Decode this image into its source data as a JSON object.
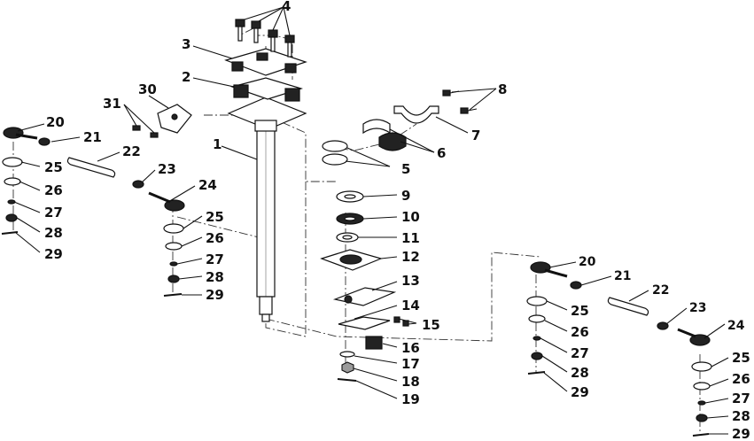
{
  "diagram": {
    "callouts": {
      "c1": "1",
      "c2": "2",
      "c3": "3",
      "c4": "4",
      "c5": "5",
      "c6": "6",
      "c7": "7",
      "c8": "8",
      "c9": "9",
      "c10": "10",
      "c11": "11",
      "c12": "12",
      "c13": "13",
      "c14": "14",
      "c15": "15",
      "c16": "16",
      "c17": "17",
      "c18": "18",
      "c19": "19",
      "c30": "30",
      "c31": "31",
      "l20": "20",
      "l21": "21",
      "l22": "22",
      "l23": "23",
      "l24": "24",
      "l25a": "25",
      "l26a": "26",
      "l27a": "27",
      "l28a": "28",
      "l29a": "29",
      "l25b": "25",
      "l26b": "26",
      "l27b": "27",
      "l28b": "28",
      "l29b": "29",
      "r20": "20",
      "r21": "21",
      "r22": "22",
      "r23": "23",
      "r24": "24",
      "r25a": "25",
      "r26a": "26",
      "r27a": "27",
      "r28a": "28",
      "r29a": "29",
      "r25b": "25",
      "r26b": "26",
      "r27b": "27",
      "r28b": "28",
      "r29b": "29"
    }
  }
}
